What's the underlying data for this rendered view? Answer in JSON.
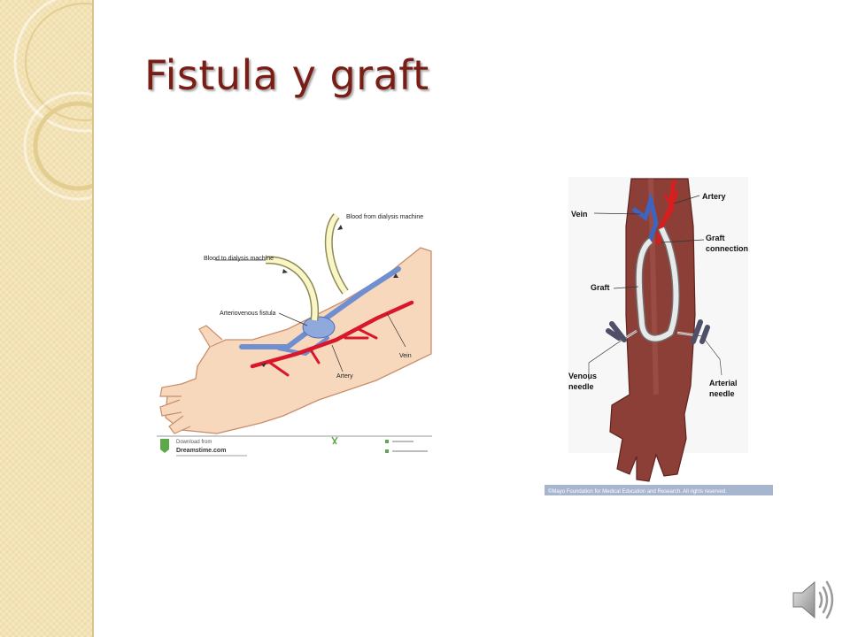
{
  "slide": {
    "title": "Fistula y graft"
  },
  "left_figure": {
    "labels": {
      "blood_from_machine": "Blood from dialysis machine",
      "blood_to_machine": "Blood to dialysis machine",
      "arteriovenous_fistula": "Arteriovenous fistula",
      "vein": "Vein",
      "artery": "Artery"
    },
    "watermark": {
      "download_from": "Download from",
      "site": "Dreamstime.com"
    }
  },
  "right_figure": {
    "labels": {
      "vein": "Vein",
      "artery": "Artery",
      "graft_connection_1": "Graft",
      "graft_connection_2": "connection",
      "graft": "Graft",
      "venous_needle_1": "Venous",
      "venous_needle_2": "needle",
      "arterial_needle_1": "Arterial",
      "arterial_needle_2": "needle"
    },
    "credit": "©Mayo Foundation for Medical Education and Research. All rights reserved."
  },
  "colors": {
    "title": "#7a1d15",
    "sidebar": "#f3e3b4",
    "artery": "#d8172a",
    "vein": "#6f8fd0"
  },
  "icons": {
    "audio": "speaker-icon"
  }
}
